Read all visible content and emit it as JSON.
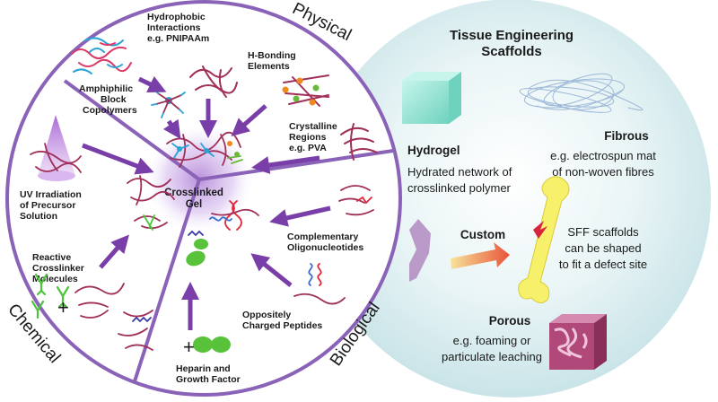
{
  "sectors": {
    "physical": "Physical",
    "biological": "Biological",
    "chemical": "Chemical"
  },
  "center": {
    "line1": "Crosslinked",
    "line2": "Gel"
  },
  "physical_labels": {
    "hydrophobic": [
      "Hydrophobic",
      "Interactions",
      "e.g. PNIPAAm"
    ],
    "hbond": [
      "H-Bonding",
      "Elements"
    ],
    "amphiphilic": [
      "Amphiphilic",
      "Block",
      "Copolymers"
    ],
    "crystalline": [
      "Crystalline",
      "Regions",
      "e.g. PVA"
    ]
  },
  "chemical_labels": {
    "uv": [
      "UV Irradiation",
      "of Precursor",
      "Solution"
    ],
    "reactive": [
      "Reactive",
      "Crosslinker",
      "Molecules"
    ]
  },
  "biological_labels": {
    "complementary": [
      "Complementary",
      "Oligonucleotides"
    ],
    "peptides": [
      "Oppositely",
      "Charged Peptides"
    ],
    "heparin": [
      "Heparin and",
      "Growth Factor"
    ]
  },
  "plus_sign": "+",
  "scaffolds": {
    "title": [
      "Tissue Engineering",
      "Scaffolds"
    ],
    "hydrogel": {
      "heading": "Hydrogel",
      "desc": [
        "Hydrated network of",
        "crosslinked polymer"
      ]
    },
    "fibrous": {
      "heading": "Fibrous",
      "desc": [
        "e.g. electrospun mat",
        "of non-woven fibres"
      ]
    },
    "custom": {
      "heading": "Custom",
      "desc": [
        "SFF scaffolds",
        "can be shaped",
        "to fit a defect site"
      ]
    },
    "porous": {
      "heading": "Porous",
      "desc": [
        "e.g. foaming or",
        "particulate leaching"
      ]
    }
  },
  "colors": {
    "ring": "#8a63b8",
    "arrow": "#7a3ea8",
    "polymer": "#a0305a",
    "glow": "#c9a8e6",
    "backdrop": "#d9edf0",
    "hydrogel_cube": "#8fe0d0",
    "bone": "#f7f06a",
    "defect": "#d8243c",
    "hydrophilic_block": "#2aa3d6",
    "hbond_orange": "#f08a1c",
    "hbond_green": "#6ab83a",
    "crosslinker_green": "#4cc43a",
    "growth_factor": "#58c23a",
    "dna_red": "#e0283a",
    "peptide_blue": "#3a6fd0",
    "porous": "#b0487a",
    "fibre": "#9db8d8",
    "uv_cone": "#b67cd8"
  }
}
